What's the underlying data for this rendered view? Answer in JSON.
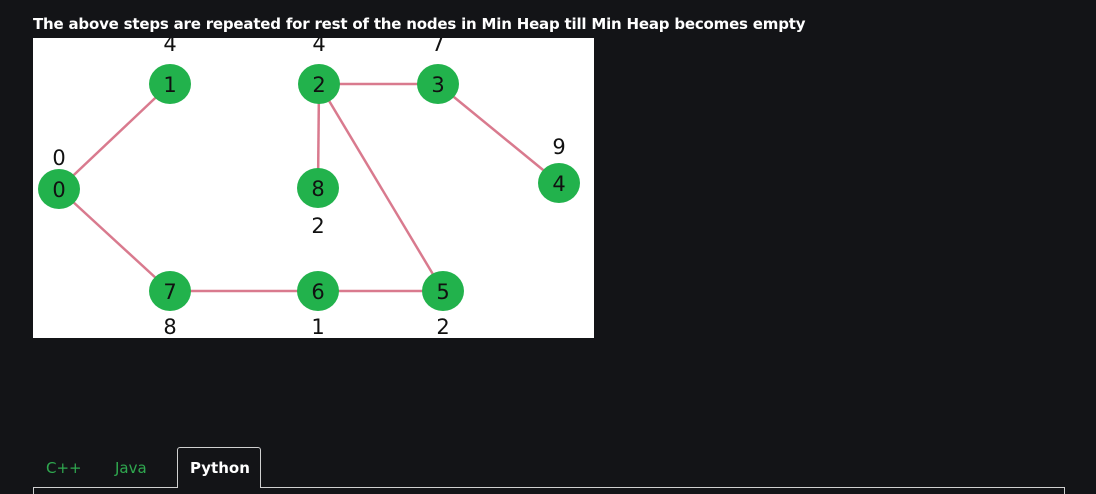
{
  "caption": "The above steps are repeated for rest of the nodes in Min Heap till Min Heap becomes empty",
  "graph": {
    "nodes": [
      {
        "id": "0",
        "label": "0",
        "distance": "0"
      },
      {
        "id": "1",
        "label": "1",
        "distance": "4"
      },
      {
        "id": "2",
        "label": "2",
        "distance": "4"
      },
      {
        "id": "3",
        "label": "3",
        "distance": "7"
      },
      {
        "id": "4",
        "label": "4",
        "distance": "9"
      },
      {
        "id": "5",
        "label": "5",
        "distance": "2"
      },
      {
        "id": "6",
        "label": "6",
        "distance": "1"
      },
      {
        "id": "7",
        "label": "7",
        "distance": "8"
      },
      {
        "id": "8",
        "label": "8",
        "distance": "2"
      }
    ],
    "edges": [
      [
        "0",
        "1"
      ],
      [
        "0",
        "7"
      ],
      [
        "7",
        "6"
      ],
      [
        "6",
        "5"
      ],
      [
        "2",
        "3"
      ],
      [
        "2",
        "8"
      ],
      [
        "2",
        "5"
      ],
      [
        "3",
        "4"
      ]
    ],
    "colors": {
      "node": "#22b24c",
      "edge": "#d97a8e",
      "background": "#ffffff"
    }
  },
  "tabs": {
    "cpp": "C++",
    "java": "Java",
    "python": "Python",
    "active": "Python"
  },
  "colors": {
    "page_background": "#131417",
    "tab_inactive": "#2fa84f",
    "tab_active_text": "#ffffff"
  }
}
